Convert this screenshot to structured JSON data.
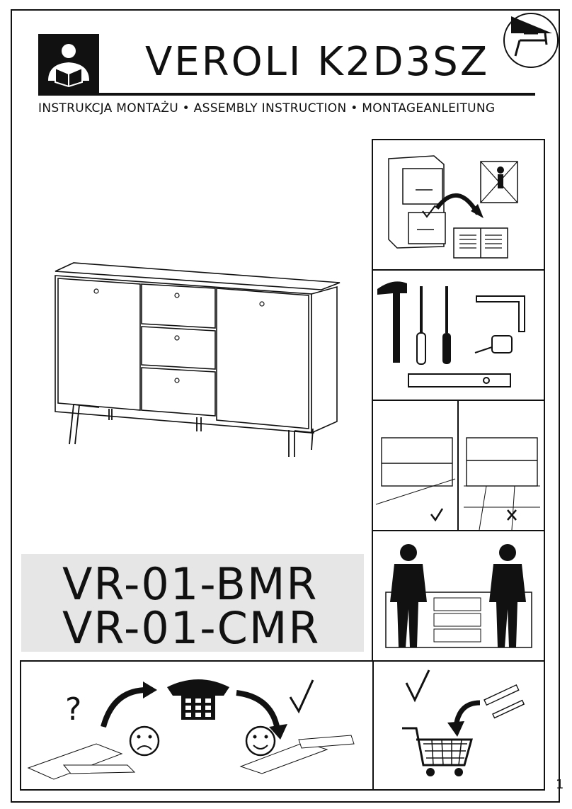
{
  "header": {
    "title": "VEROLI K2D3SZ",
    "subtitle": "INSTRUKCJA MONTAŻU • ASSEMBLY INSTRUCTION • MONTAGEANLEITUNG"
  },
  "models": [
    "VR-01-BMR",
    "VR-01-CMR"
  ],
  "help_panel": {
    "question_mark": "?"
  },
  "page_number": "1",
  "icons": {
    "reader": "person-reading-icon",
    "logo": "brand-logo-icon",
    "phone": "telephone-icon"
  }
}
